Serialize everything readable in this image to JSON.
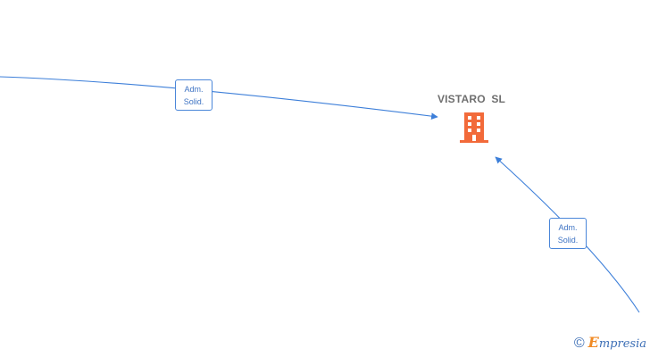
{
  "node": {
    "name": "VISTARO  SL",
    "icon": "building-icon",
    "icon_color": "#f26a3a"
  },
  "edges": [
    {
      "label_line1": "Adm.",
      "label_line2": "Solid."
    },
    {
      "label_line1": "Adm.",
      "label_line2": "Solid."
    }
  ],
  "colors": {
    "edge": "#3d7fd9",
    "label_text": "#3f74c4",
    "node_text": "#6f6f6f"
  },
  "watermark": {
    "symbol": "©",
    "brand_first": "E",
    "brand_rest": "mpresia"
  }
}
